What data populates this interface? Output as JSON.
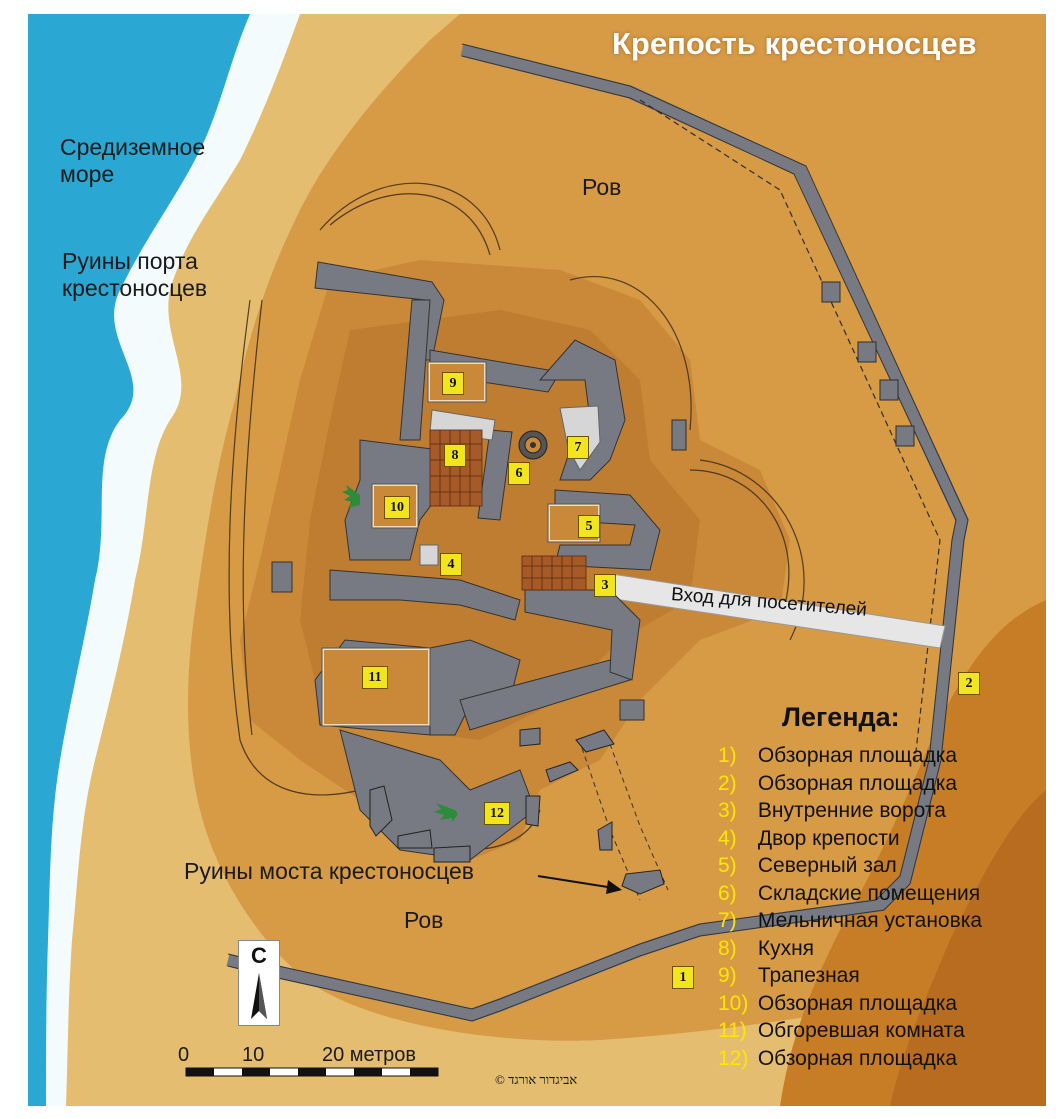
{
  "map": {
    "title": "Крепость крестоносцев",
    "colors": {
      "sea": "#2aa7d3",
      "surf": "#ffffff",
      "sand": "#e7bd63",
      "moat": "#d4923a",
      "earth": "#b8702a",
      "plateau": "#c98939",
      "wall": "#777a82",
      "bright_land": "#c67d26"
    },
    "places": {
      "sea": "Средиземное море",
      "port_ruins": "Руины порта крестоносцев",
      "moat_north": "Ров",
      "moat_south": "Ров",
      "bridge_ruins": "Руины моста крестоносцев",
      "visitor_entrance": "Вход для посетителей"
    },
    "markers": [
      "1",
      "2",
      "3",
      "4",
      "5",
      "6",
      "7",
      "8",
      "9",
      "10",
      "11",
      "12"
    ],
    "legend": {
      "title": "Легенда:",
      "items": [
        {
          "num": "1)",
          "label": "Обзорная площадка"
        },
        {
          "num": "2)",
          "label": "Обзорная площадка"
        },
        {
          "num": "3)",
          "label": "Внутренние ворота"
        },
        {
          "num": "4)",
          "label": "Двор крепости"
        },
        {
          "num": "5)",
          "label": "Северный зал"
        },
        {
          "num": "6)",
          "label": "Складские помещения"
        },
        {
          "num": "7)",
          "label": "Мельничная установка"
        },
        {
          "num": "8)",
          "label": "Кухня"
        },
        {
          "num": "9)",
          "label": "Трапезная"
        },
        {
          "num": "10)",
          "label": "Обзорная площадка"
        },
        {
          "num": "11)",
          "label": "Обгоревшая комната"
        },
        {
          "num": "12)",
          "label": "Обзорная площадка"
        }
      ]
    },
    "compass": {
      "label": "С",
      "icon": "north-arrow-icon"
    },
    "scale": {
      "ticks": [
        "0",
        "10",
        "20 метров"
      ]
    },
    "copyright": "© אביגדור אורגד"
  }
}
